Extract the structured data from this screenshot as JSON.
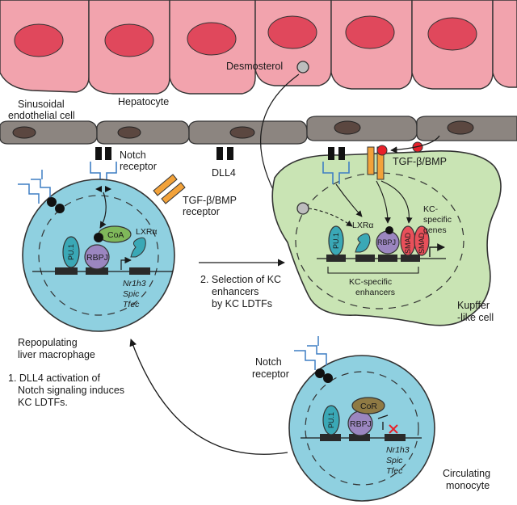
{
  "labels": {
    "desmosterol": "Desmosterol",
    "hepatocyte": "Hepatocyte",
    "sinusoidal_1": "Sinusoidal",
    "sinusoidal_2": "endothelial cell",
    "notch_receptor_1": "Notch",
    "notch_receptor_2": "receptor",
    "dll4": "DLL4",
    "tgfb_top": "TGF-β/BMP",
    "tgfb_left_1": "TGF-β/BMP",
    "tgfb_left_2": "receptor",
    "kc_specific_genes_1": "KC-",
    "kc_specific_genes_2": "specific",
    "kc_specific_genes_3": "genes",
    "kc_enhancers_1": "KC-specific",
    "kc_enhancers_2": "enhancers",
    "kupffer_1": "Kupffer",
    "kupffer_2": "-like cell",
    "step2_1": "2. Selection of KC",
    "step2_2": "enhancers",
    "step2_3": "by KC LDTFs",
    "repop_1": "Repopulating",
    "repop_2": "liver macrophage",
    "step1_1": "1. DLL4 activation of",
    "step1_2": "Notch signaling induces",
    "step1_3": "KC LDTFs.",
    "notch_receptor_mono_1": "Notch",
    "notch_receptor_mono_2": "receptor",
    "circulating_1": "Circulating",
    "circulating_2": "monocyte",
    "pu1": "PU.1",
    "rbpj": "RBPJ",
    "coa": "CoA",
    "cor": "CoR",
    "lxra": "LXRα",
    "smad": "SMAD",
    "gene_1": "Nr1h3",
    "gene_2": "Spic",
    "gene_3": "Tfec"
  },
  "colors": {
    "hepatocyte_fill": "#f2a3ad",
    "hepatocyte_nucleus": "#e0485c",
    "endothelial_fill": "#8c8580",
    "endothelial_nucleus": "#5b4740",
    "nucleus_cell_fill": "#8fd0e0",
    "kupffer_fill": "#c9e4b4",
    "pu1_fill": "#3aa8b6",
    "rbpj_fill": "#9b86c0",
    "coa_fill": "#7fb85a",
    "cor_fill": "#8f7a44",
    "smad_fill": "#e8505a",
    "receptor_orange": "#f2a23a",
    "ligand_red": "#e8202a",
    "notch_blue": "#3f7fc4"
  }
}
